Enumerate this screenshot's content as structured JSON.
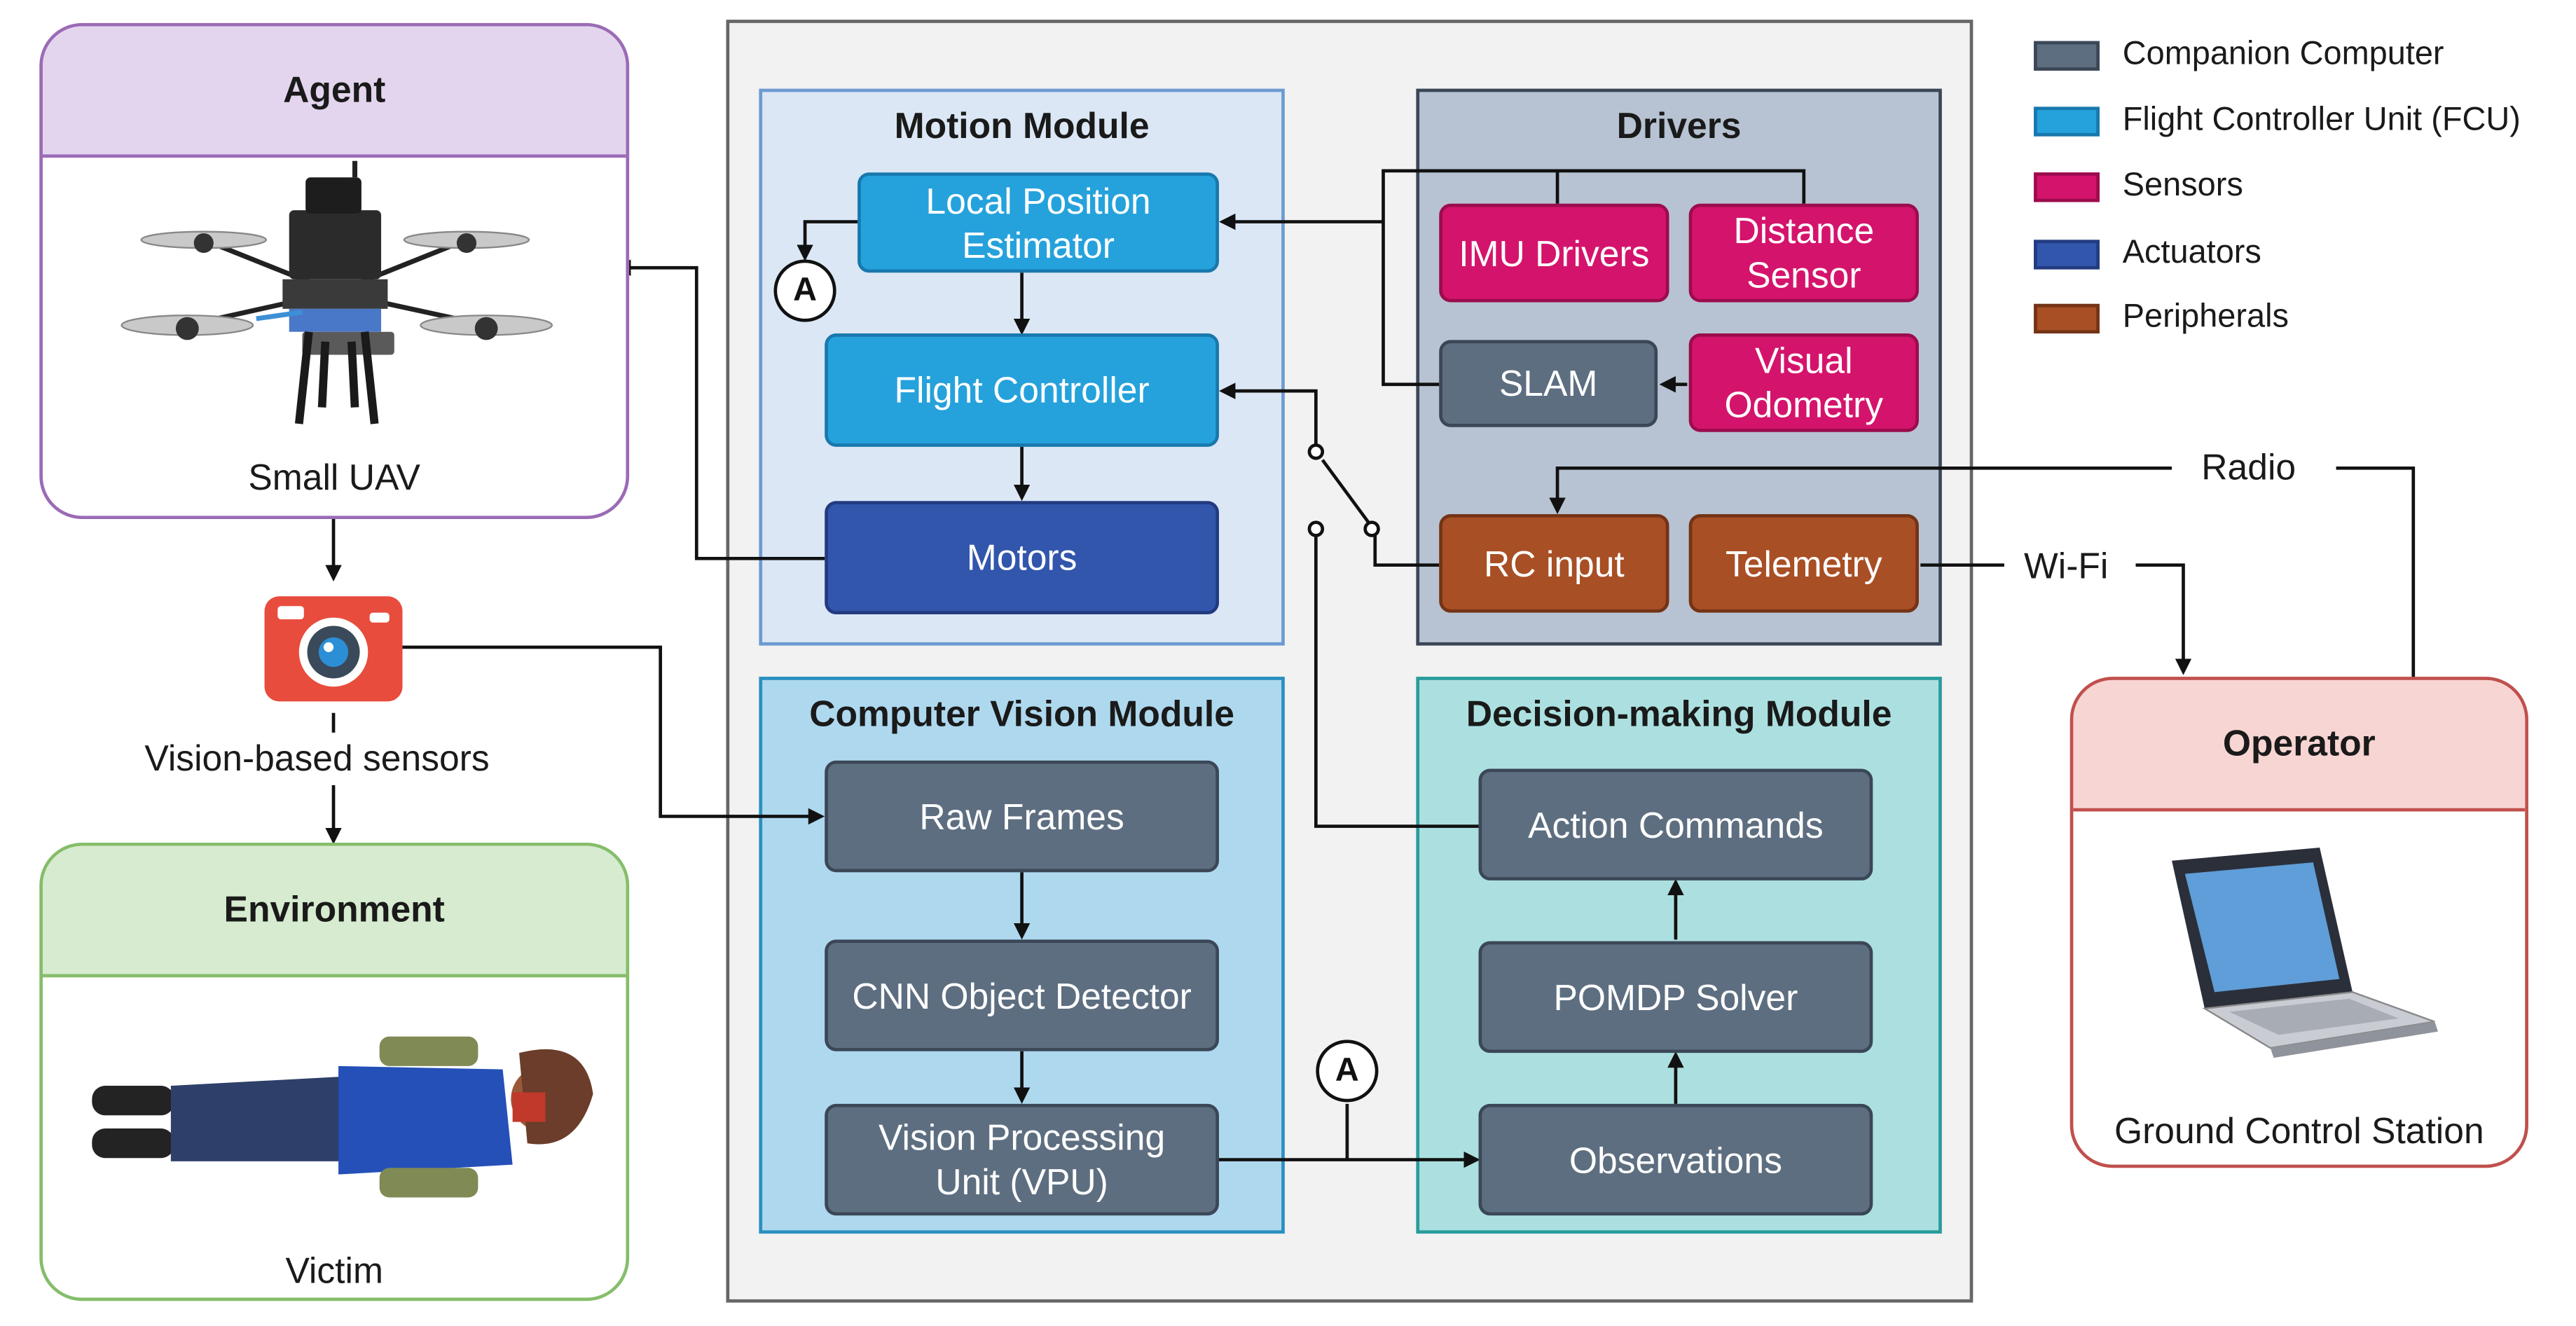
{
  "legend": [
    {
      "label": "Companion Computer",
      "color": "#5d6e80"
    },
    {
      "label": "Flight Controller Unit (FCU)",
      "color": "#25a2dc"
    },
    {
      "label": "Sensors",
      "color": "#d4146c"
    },
    {
      "label": "Actuators",
      "color": "#3256ac"
    },
    {
      "label": "Peripherals",
      "color": "#a84f25"
    }
  ],
  "agent": {
    "title": "Agent",
    "caption": "Small UAV"
  },
  "environment": {
    "title": "Environment",
    "caption": "Victim"
  },
  "operator": {
    "title": "Operator",
    "caption": "Ground Control Station"
  },
  "sensor_label": "Vision-based sensors",
  "motion": {
    "title": "Motion Module",
    "local_position": "Local Position\nEstimator",
    "flight_controller": "Flight Controller",
    "motors": "Motors"
  },
  "drivers": {
    "title": "Drivers",
    "imu": "IMU Drivers",
    "distance": "Distance\nSensor",
    "slam": "SLAM",
    "visual_odometry": "Visual\nOdometry",
    "rc_input": "RC input",
    "telemetry": "Telemetry"
  },
  "cv": {
    "title": "Computer Vision Module",
    "raw_frames": "Raw Frames",
    "cnn": "CNN Object Detector",
    "vpu": "Vision Processing\nUnit (VPU)"
  },
  "decision": {
    "title": "Decision-making Module",
    "action": "Action Commands",
    "pomdp": "POMDP Solver",
    "observations": "Observations"
  },
  "connector_label": "A",
  "links": {
    "radio": "Radio",
    "wifi": "Wi-Fi"
  },
  "icons": [
    "drone-image",
    "camera-icon",
    "victim-image",
    "laptop-image"
  ]
}
